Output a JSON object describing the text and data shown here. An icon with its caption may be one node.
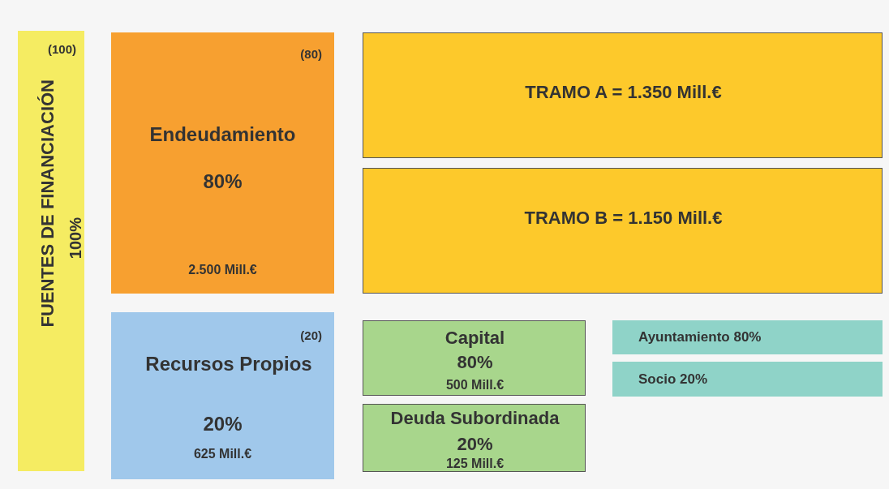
{
  "diagram": {
    "nodes": [
      {
        "text": [
          "(100)",
          "FUENTES DE FINANCIACIÓN",
          "100%"
        ]
      },
      {
        "text": [
          "(80)",
          "Endeudamiento",
          "80%",
          "2.500 Mill.€"
        ]
      },
      {
        "text": [
          "TRAMO A = 1.350 Mill.€"
        ]
      },
      {
        "text": [
          "TRAMO B = 1.150 Mill.€"
        ]
      },
      {
        "text": [
          "(20)",
          "Recursos Propios",
          "20%",
          "625 Mill.€"
        ]
      },
      {
        "text": [
          "Capital",
          "80%",
          "500 Mill.€"
        ]
      },
      {
        "text": [
          "Deuda Subordinada",
          "20%",
          "125 Mill.€"
        ]
      },
      {
        "text": [
          "Ayuntamiento 80%"
        ]
      },
      {
        "text": [
          "Socio 20%"
        ]
      }
    ]
  }
}
